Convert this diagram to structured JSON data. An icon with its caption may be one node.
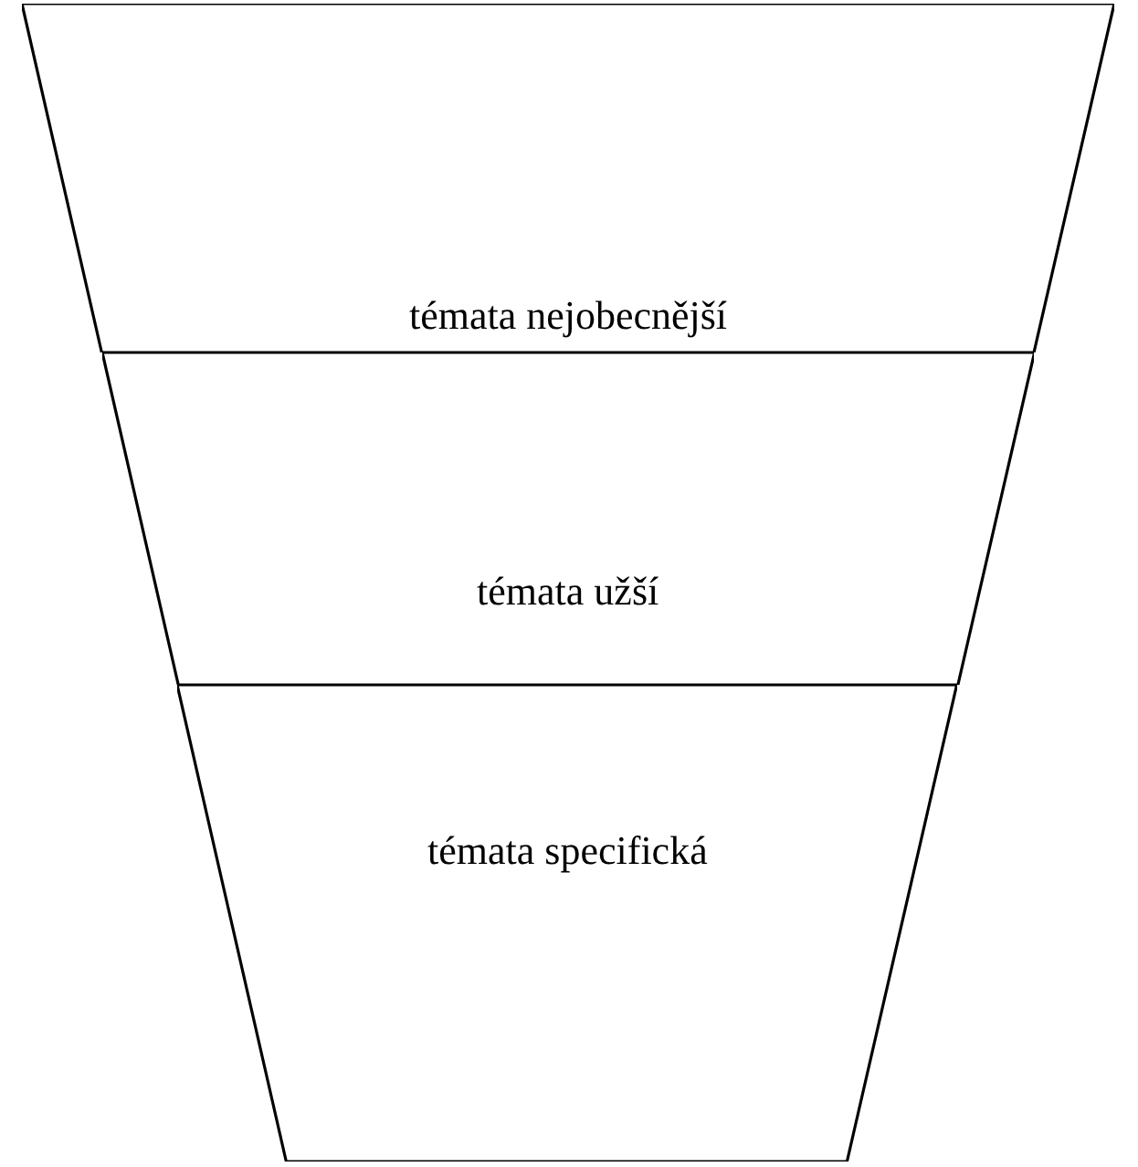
{
  "diagram": {
    "nodes": [
      {
        "text": [
          "témata nejobecnější"
        ]
      },
      {
        "text": [
          "témata užší"
        ]
      },
      {
        "text": [
          "témata specifická"
        ]
      }
    ],
    "edges": []
  }
}
